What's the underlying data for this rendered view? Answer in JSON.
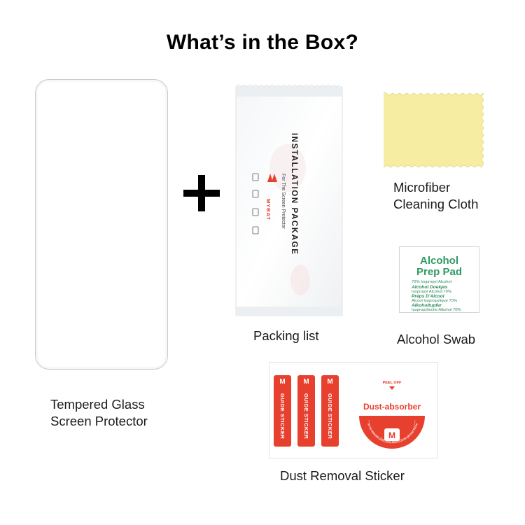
{
  "title": "What’s in the Box?",
  "items": {
    "glass": {
      "caption_line1": "Tempered Glass",
      "caption_line2": "Screen Protector"
    },
    "package": {
      "caption": "Packing list",
      "brand": "MYBAT",
      "label": "INSTALLATION PACKAGE",
      "sublabel": "For The Screen Protector"
    },
    "cloth": {
      "caption_line1": "Microfiber",
      "caption_line2": "Cleaning Cloth"
    },
    "swab": {
      "caption": "Alcohol Swab",
      "heading_line1": "Alcohol",
      "heading_line2": "Prep Pad",
      "lines": [
        "70% Isopropyl Alcohol",
        "Alcohol Doekjes",
        "Isopropyl Alcohol 70%",
        "Préps D'Alcool",
        "Alcool Isopropylique 70%",
        "Alkoholtupfer",
        "Isopropylische Alkohol 70%"
      ]
    },
    "sticker": {
      "caption": "Dust Removal Sticker",
      "guide_label": "GUIDE STICKER",
      "peel_off": "PEEL OFF",
      "absorber_label": "Dust-absorber",
      "arc_text": "use to remove dust and debris from phone screen"
    }
  },
  "colors": {
    "accent_red": "#e8402f",
    "swab_green": "#2e9a63",
    "cloth_yellow": "#f6eda2"
  }
}
